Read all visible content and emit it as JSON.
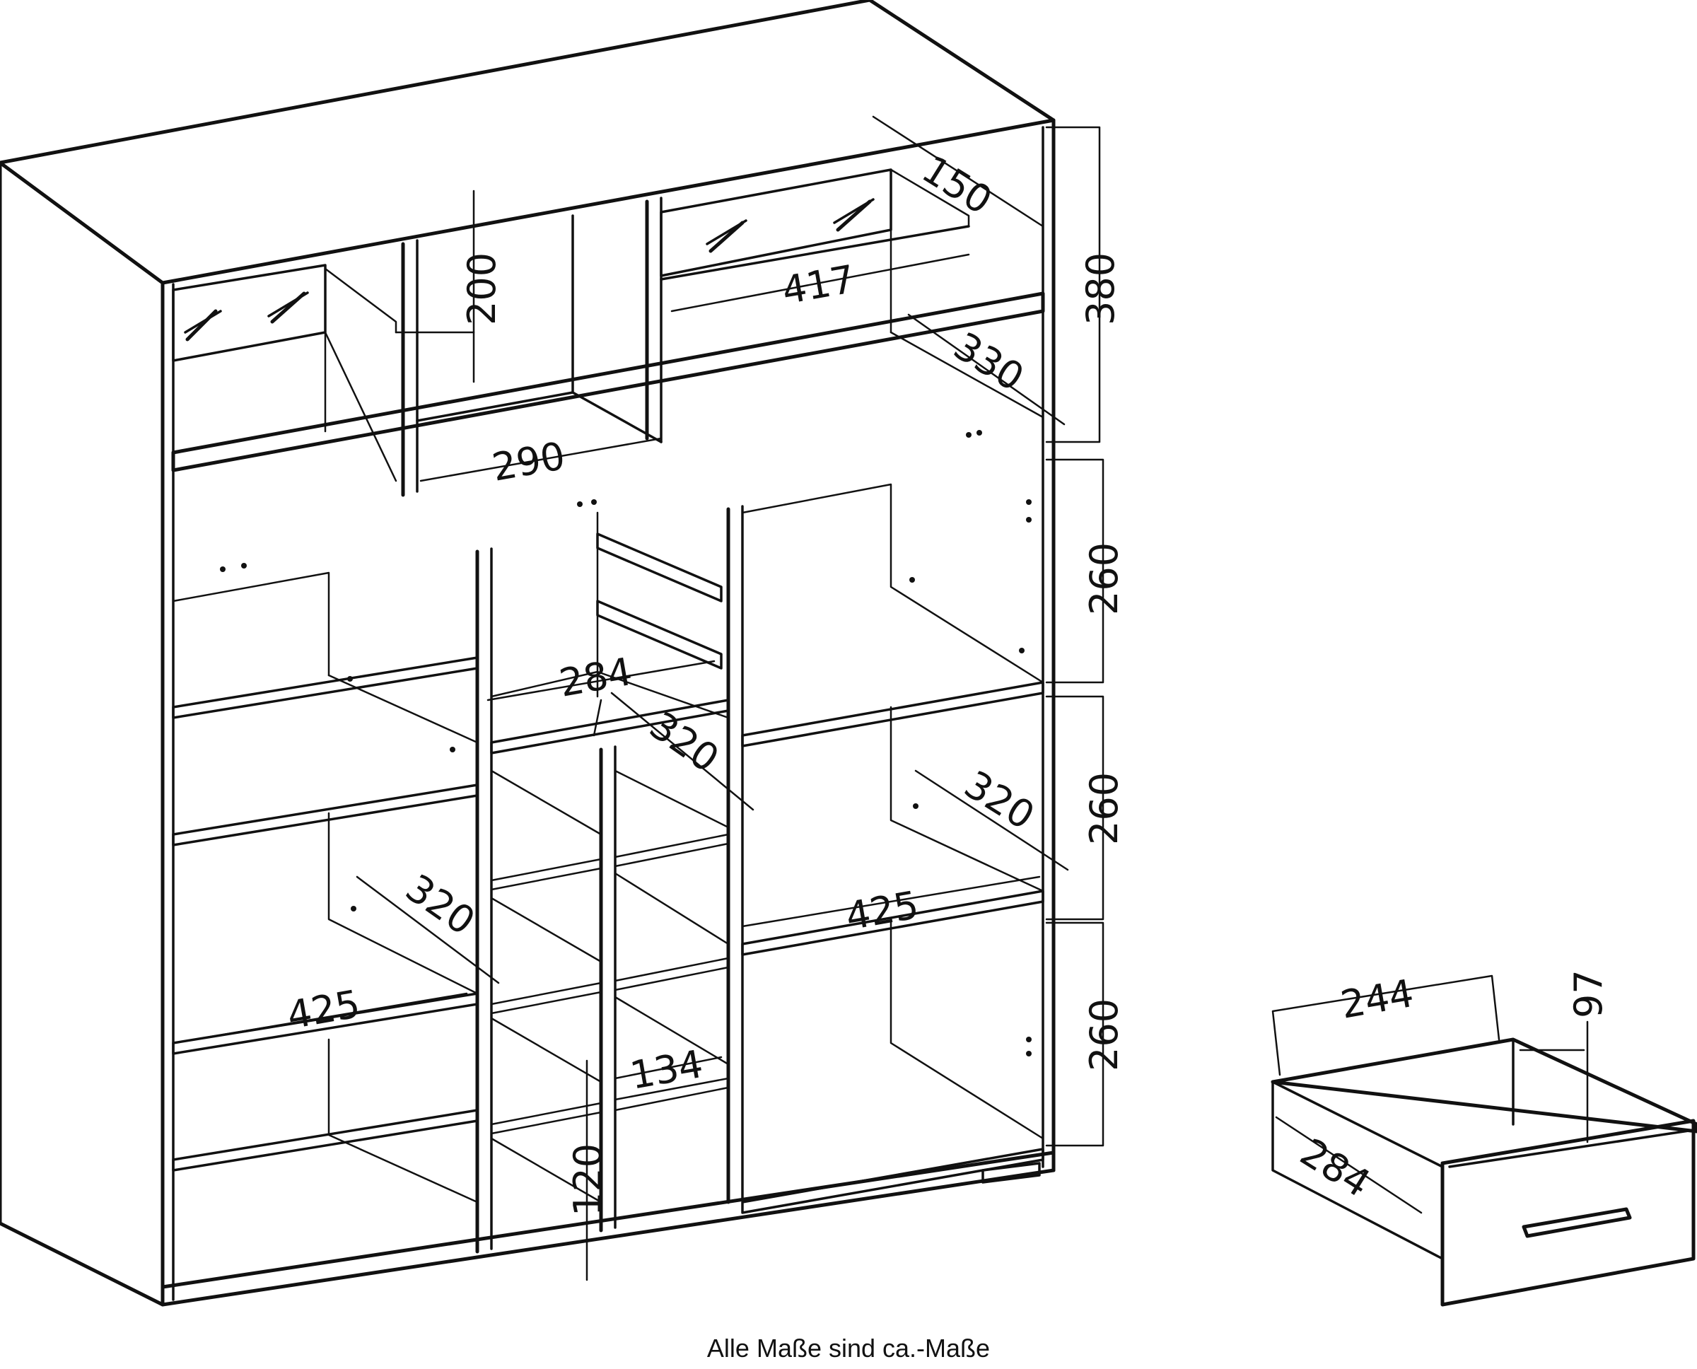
{
  "caption": "Alle Maße sind ca.-Maße",
  "dimensions": {
    "d150": "150",
    "d200": "200",
    "d417": "417",
    "d380": "380",
    "d330": "330",
    "d290": "290",
    "d260_top": "260",
    "d284_mid": "284",
    "d320_center": "320",
    "d260_mid": "260",
    "d320_right": "320",
    "d425_right": "425",
    "d320_left": "320",
    "d425_left": "425",
    "d260_bottom": "260",
    "d134": "134",
    "d120": "120",
    "d244": "244",
    "d97": "97",
    "d284_drawer": "284"
  }
}
